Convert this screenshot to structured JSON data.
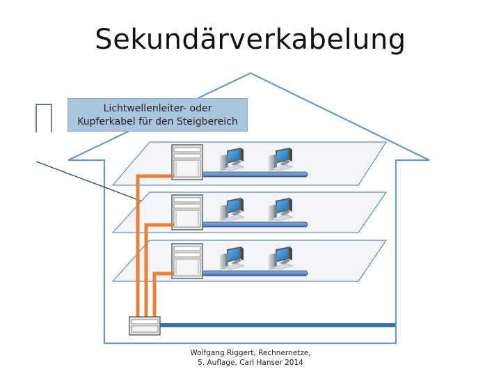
{
  "title": "Sekundärverkabelung",
  "callout": {
    "line1": "Lichtwellenleiter- oder",
    "line2": "Kupferkabel für den Steigbereich"
  },
  "credit": {
    "line1": "Wolfgang Riggert, Rechnernetze,",
    "line2": "5. Auflage, Carl Hanser 2014"
  },
  "colors": {
    "house_outline": "#6a99c4",
    "riser_cable": "#e8803a",
    "floor_cable": "#4a7fc0",
    "floor_fill": "#f2f4f7"
  },
  "icons": {
    "rack": "server-rack-icon",
    "workstation": "computer-workstation-icon"
  }
}
